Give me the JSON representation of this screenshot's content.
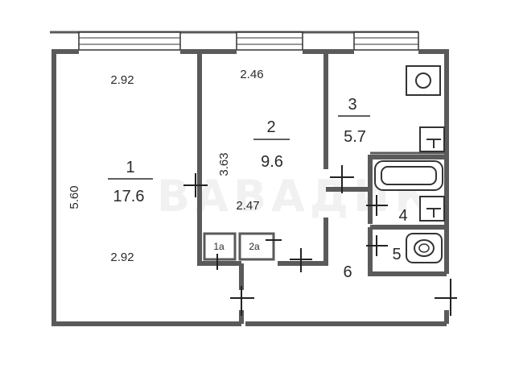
{
  "rooms": [
    {
      "id": "1",
      "number": "1",
      "area": "17.6",
      "width_top": "2.92",
      "width_bottom": "2.92",
      "length": "5.60"
    },
    {
      "id": "2",
      "number": "2",
      "area": "9.6",
      "width_top": "2.46",
      "width_bottom": "2.47",
      "length": "3.63"
    },
    {
      "id": "3",
      "number": "3",
      "area": "5.7"
    },
    {
      "id": "4",
      "number": "4"
    },
    {
      "id": "5",
      "number": "5"
    },
    {
      "id": "6",
      "number": "6"
    },
    {
      "id": "1a",
      "number": "1а"
    },
    {
      "id": "2a",
      "number": "2а"
    }
  ],
  "watermark": "ВАВАДИКЕТС"
}
